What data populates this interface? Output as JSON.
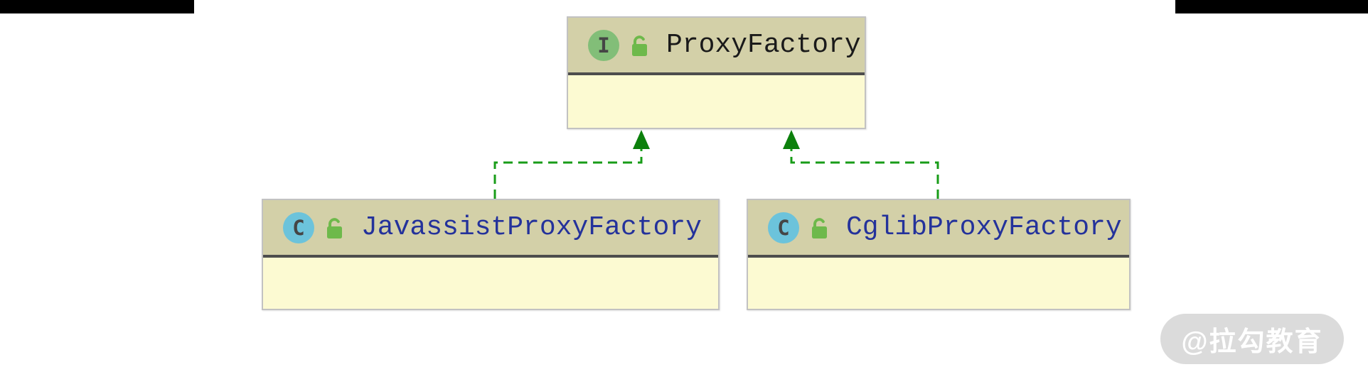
{
  "diagram": {
    "type": "uml-class-diagram",
    "nodes": [
      {
        "id": "proxy-factory",
        "kind": "interface",
        "badge": "I",
        "name": "ProxyFactory",
        "visibility": "public"
      },
      {
        "id": "javassist-proxy-factory",
        "kind": "class",
        "badge": "C",
        "name": "JavassistProxyFactory",
        "visibility": "public"
      },
      {
        "id": "cglib-proxy-factory",
        "kind": "class",
        "badge": "C",
        "name": "CglibProxyFactory",
        "visibility": "public"
      }
    ],
    "relations": [
      {
        "from": "JavassistProxyFactory",
        "to": "ProxyFactory",
        "type": "realization",
        "style": "dashed-green",
        "arrow": "solid-triangle-up"
      },
      {
        "from": "CglibProxyFactory",
        "to": "ProxyFactory",
        "type": "realization",
        "style": "dashed-green",
        "arrow": "solid-triangle-up"
      }
    ]
  },
  "watermark": {
    "text": "@拉勾教育"
  },
  "colors": {
    "headerBg": "#d3d0a8",
    "bodyBg": "#fcfad2",
    "nodeBorder": "#c2c2c2",
    "divider": "#4d4d4d",
    "edgeGreen": "#189c18",
    "arrowGreen": "#0c800c",
    "interfaceBadge": "#82be78",
    "classBadge": "#6cc3db",
    "badgeLetter": "#454545",
    "lockGreen": "#6eb94b",
    "classNameColor": "#24329b",
    "interfaceNameColor": "#1a1a1a",
    "watermarkBg": "#dbdbdb",
    "watermarkText": "#ffffff",
    "barColor": "#000000"
  }
}
